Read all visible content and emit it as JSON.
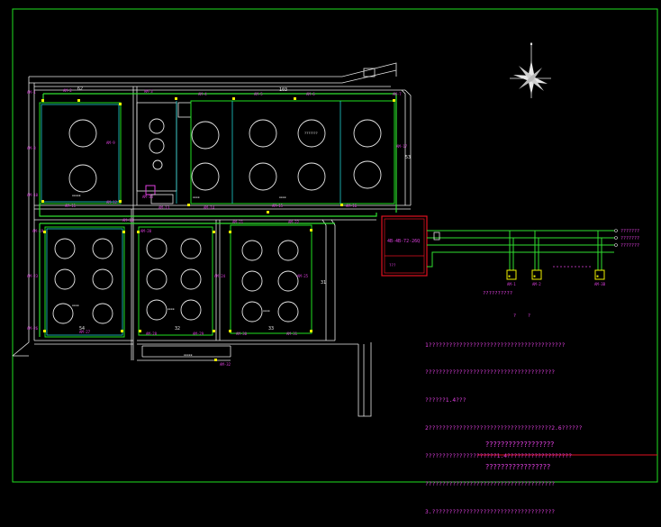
{
  "colors": {
    "background": "#000000",
    "frame": "#20e020",
    "outline": "#e8e8e8",
    "cable": "#30e030",
    "device": "#f0f000",
    "label": "#e040e0",
    "panel": "#e01020",
    "cyan": "#20d0d0"
  },
  "plan": {
    "dim_top_left": "62",
    "dim_top_right": "103",
    "dim_right": "53",
    "dim_right_lower": "31",
    "dim_bottom_1": "54",
    "dim_bottom_2": "32",
    "dim_bottom_3": "33",
    "labels_tag": "AM-",
    "tank_top_label": "???????"
  },
  "panel": {
    "label": "4B-4B-72-26Q",
    "sub_label": "???",
    "outputs": [
      "???????",
      "???????",
      "???????"
    ],
    "devices": [
      "AM-1",
      "AM-2",
      "AM-3B"
    ],
    "below_text": "??????????",
    "mark_1": "?",
    "mark_2": "?"
  },
  "notes": [
    "1????????????????????????????????????????",
    "??????????????????????????????????????",
    "??????1.4???",
    "2????????????????????????????????????2.6??????",
    "?????????????????????1.4???????????????????",
    "??????????????????????????????????????",
    "3.????????????????????????????????????"
  ],
  "titles": {
    "system": "??????????????????",
    "drawing": "?????????????????"
  }
}
